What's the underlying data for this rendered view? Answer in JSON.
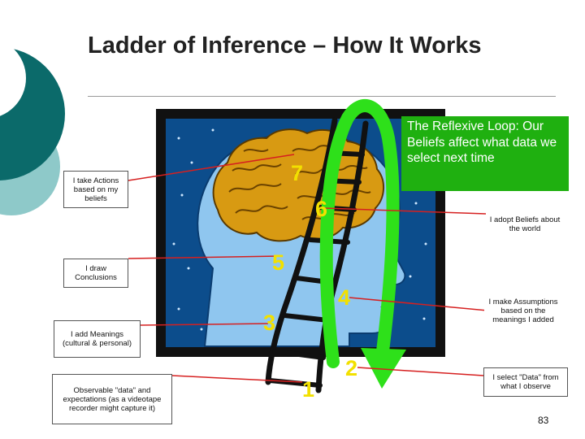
{
  "title": "Ladder of Inference – How It Works",
  "loop_note": "The Reflexive Loop: Our Beliefs affect what data we select next time",
  "left_labels": [
    "I take Actions based on my beliefs",
    "I draw Conclusions",
    "I add Meanings (cultural & personal)",
    "Observable \"data\" and expectations (as a videotape recorder might capture it)"
  ],
  "right_labels": [
    "I adopt Beliefs about the world",
    "I make Assumptions based on the meanings I added",
    "I select \"Data\" from what I observe"
  ],
  "rung_numbers": [
    "1",
    "2",
    "3",
    "4",
    "5",
    "6",
    "7"
  ],
  "page_number": "83",
  "colors": {
    "teal_dark": "#0b6a6a",
    "teal_light": "#8ec9c9",
    "loop_green": "#2ee01a",
    "note_green": "#1fb010",
    "number_yellow": "#f2e000",
    "arrow_red": "#d62020",
    "frame_black": "#111111",
    "panel_blue": "#0c4d8c",
    "head_blue": "#8fc6ef"
  }
}
